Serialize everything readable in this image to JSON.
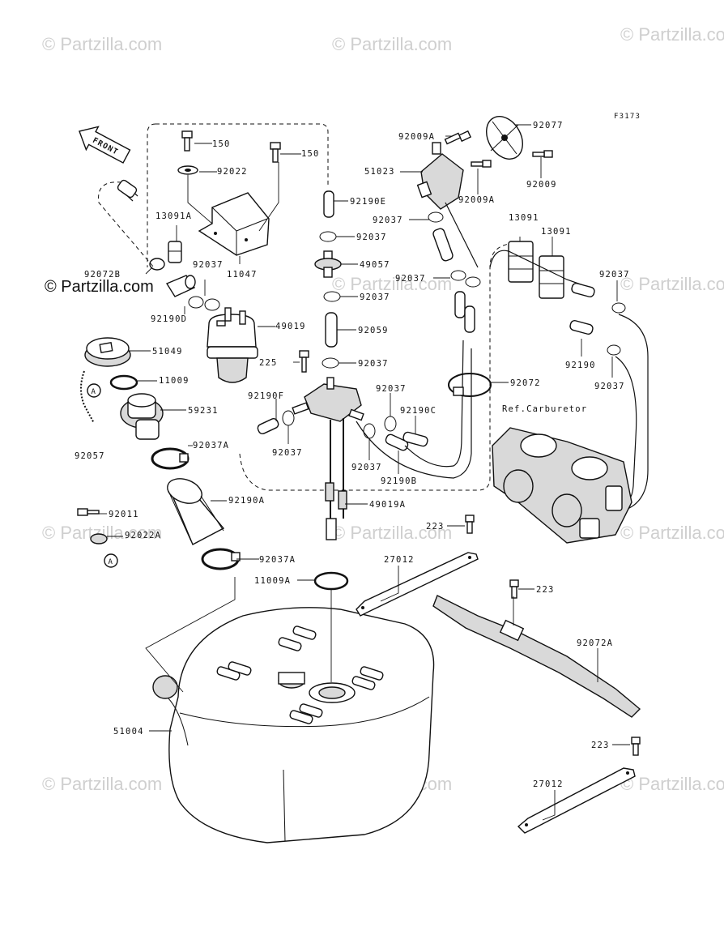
{
  "figure_code": "F3173",
  "front_arrow_label": "FRONT",
  "watermark": "© Partzilla.com",
  "watermark_prominent": "© Partzilla.com",
  "ref_label": "Ref.Carburetor",
  "callout_marker": "A",
  "part_labels": {
    "p150_a": "150",
    "p150_b": "150",
    "p92022": "92022",
    "p13091A": "13091A",
    "p11047": "11047",
    "p92072B": "92072B",
    "p92037_a": "92037",
    "p92190D": "92190D",
    "p49019": "49019",
    "p51049": "51049",
    "p11009": "11009",
    "p59231": "59231",
    "p92057": "92057",
    "p92037A_a": "92037A",
    "p92190A": "92190A",
    "p92011": "92011",
    "p92022A": "92022A",
    "p92037A_b": "92037A",
    "p11009A": "11009A",
    "p51004": "51004",
    "p92190E": "92190E",
    "p92037_b": "92037",
    "p49057": "49057",
    "p92037_c": "92037",
    "p92059": "92059",
    "p225": "225",
    "p92037_d": "92037",
    "p92190F": "92190F",
    "p92037_e": "92037",
    "p92037_f": "92037",
    "p92190C": "92190C",
    "p92037_g": "92037",
    "p92190B": "92190B",
    "p49019A": "49019A",
    "p92009A_a": "92009A",
    "p92077": "92077",
    "p51023": "51023",
    "p92009A_b": "92009A",
    "p92009": "92009",
    "p92037_h": "92037",
    "p92037_i": "92037",
    "p13091_a": "13091",
    "p13091_b": "13091",
    "p92037_j": "92037",
    "p92190": "92190",
    "p92037_k": "92037",
    "p92072": "92072",
    "p223_a": "223",
    "p27012_a": "27012",
    "p223_b": "223",
    "p92072A": "92072A",
    "p223_c": "223",
    "p27012_b": "27012"
  }
}
